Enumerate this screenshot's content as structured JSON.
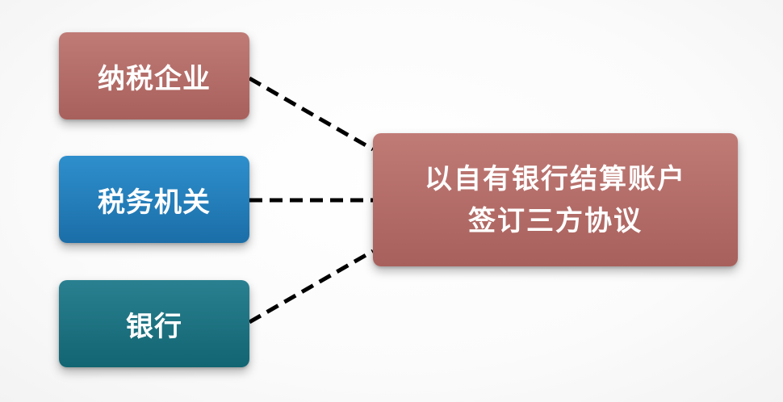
{
  "nodes": {
    "taxpayer": "纳税企业",
    "tax_office": "税务机关",
    "bank": "银行",
    "agreement": {
      "line1": "以自有银行结算账户",
      "line2": "签订三方协议"
    }
  },
  "colors": {
    "taxpayer": "#b06c67",
    "tax_office": "#237dbb",
    "bank": "#1c717f",
    "agreement": "#b06c67",
    "connector": "#000000"
  },
  "connector_style": "dashed"
}
